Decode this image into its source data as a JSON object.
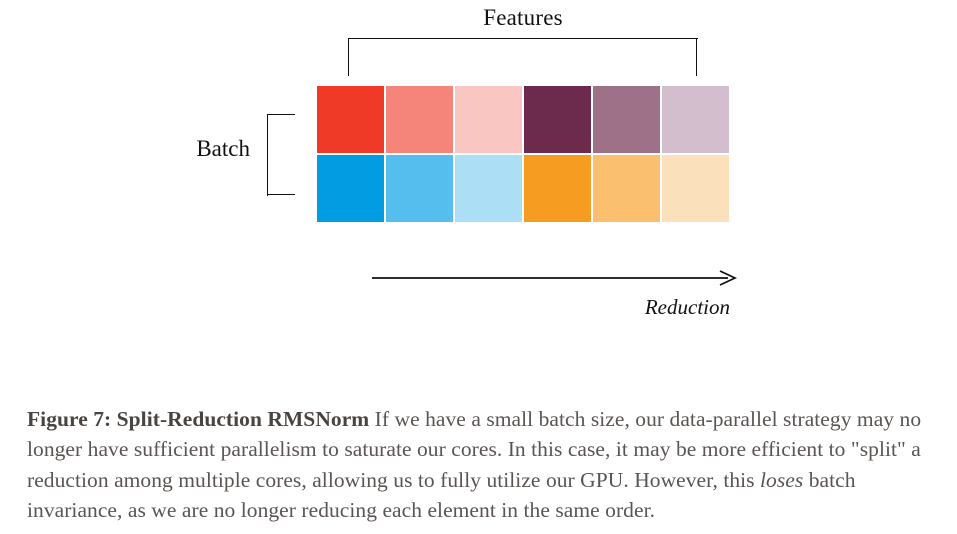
{
  "figure": {
    "features_label": "Features",
    "batch_label": "Batch",
    "reduction_label": "Reduction",
    "arrow_direction": "right",
    "grid": {
      "rows": 2,
      "cols": 6,
      "row_names": [
        "batch-row-0",
        "batch-row-1"
      ],
      "colors": [
        [
          "#EE3A27",
          "#F5847A",
          "#FAC6C1",
          "#6C2A4D",
          "#9E7189",
          "#D2BECC"
        ],
        [
          "#029CE3",
          "#56BDEF",
          "#ACDEF5",
          "#F59C21",
          "#FAC070",
          "#FBE0BC"
        ]
      ]
    }
  },
  "caption": {
    "label": "Figure 7: Split-Reduction RMSNorm",
    "text_part_1": " If we have a small batch size, our data-parallel strategy may no longer have sufficient parallelism to saturate our cores. In this case, it may be more efficient to \"split\" a reduction among multiple cores, allowing us to fully utilize our GPU. However, this ",
    "emphasis": "loses",
    "text_part_2": " batch invariance, as we are no longer reducing each element in the same order."
  },
  "chart_data": {
    "type": "heatmap",
    "title": "Split-Reduction RMSNorm",
    "xlabel": "Features",
    "ylabel": "Batch",
    "annotations": [
      "Reduction"
    ],
    "rows": 2,
    "cols": 6,
    "grid_colors": [
      [
        "#EE3A27",
        "#F5847A",
        "#FAC6C1",
        "#6C2A4D",
        "#9E7189",
        "#D2BECC"
      ],
      [
        "#029CE3",
        "#56BDEF",
        "#ACDEF5",
        "#F59C21",
        "#FAC070",
        "#FBE0BC"
      ]
    ],
    "legend": "none",
    "grid": false
  }
}
